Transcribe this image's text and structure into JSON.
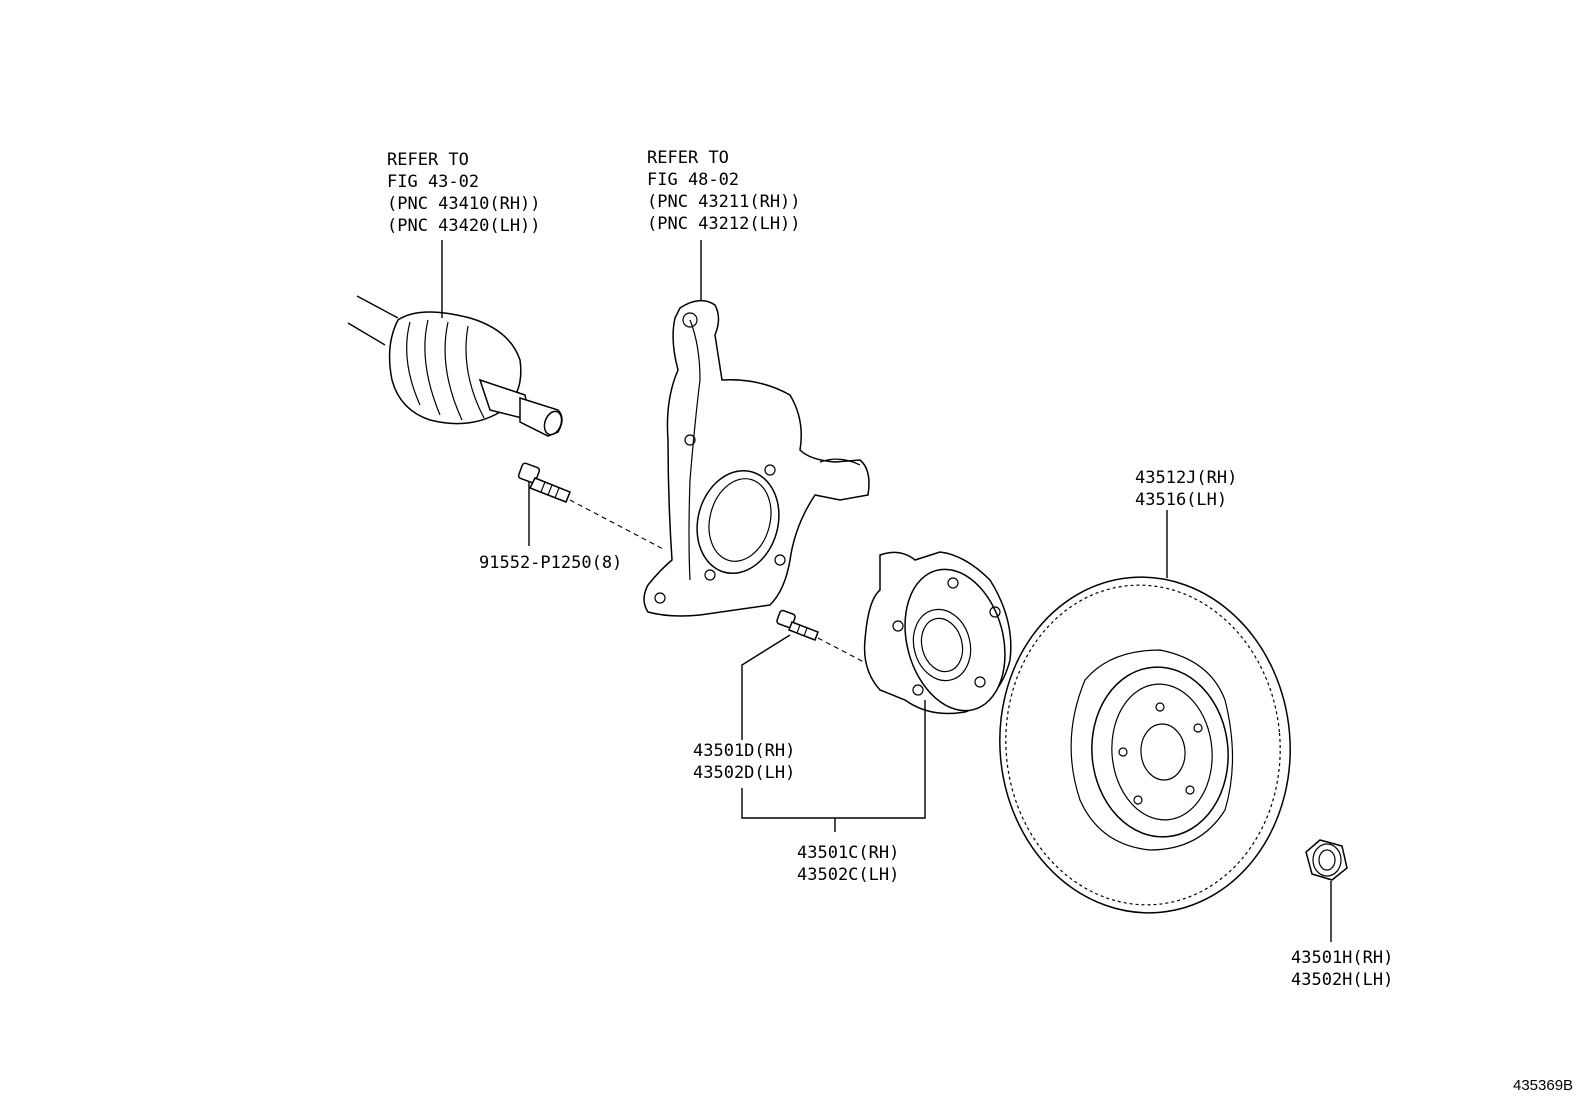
{
  "callouts": {
    "driveshaft": [
      "REFER TO",
      "FIG 43-02",
      "(PNC 43410(RH))",
      "(PNC 43420(LH))"
    ],
    "knuckle": [
      "REFER TO",
      "FIG 48-02",
      "(PNC 43211(RH))",
      "(PNC 43212(LH))"
    ],
    "bolt": [
      "91552-P1250(8)"
    ],
    "disc": [
      "43512J(RH)",
      "43516(LH)"
    ],
    "hub_bolt": [
      "43501D(RH)",
      "43502D(LH)"
    ],
    "hub": [
      "43501C(RH)",
      "43502C(LH)"
    ],
    "nut": [
      "43501H(RH)",
      "43502H(LH)"
    ]
  },
  "figure_id": "435369B"
}
